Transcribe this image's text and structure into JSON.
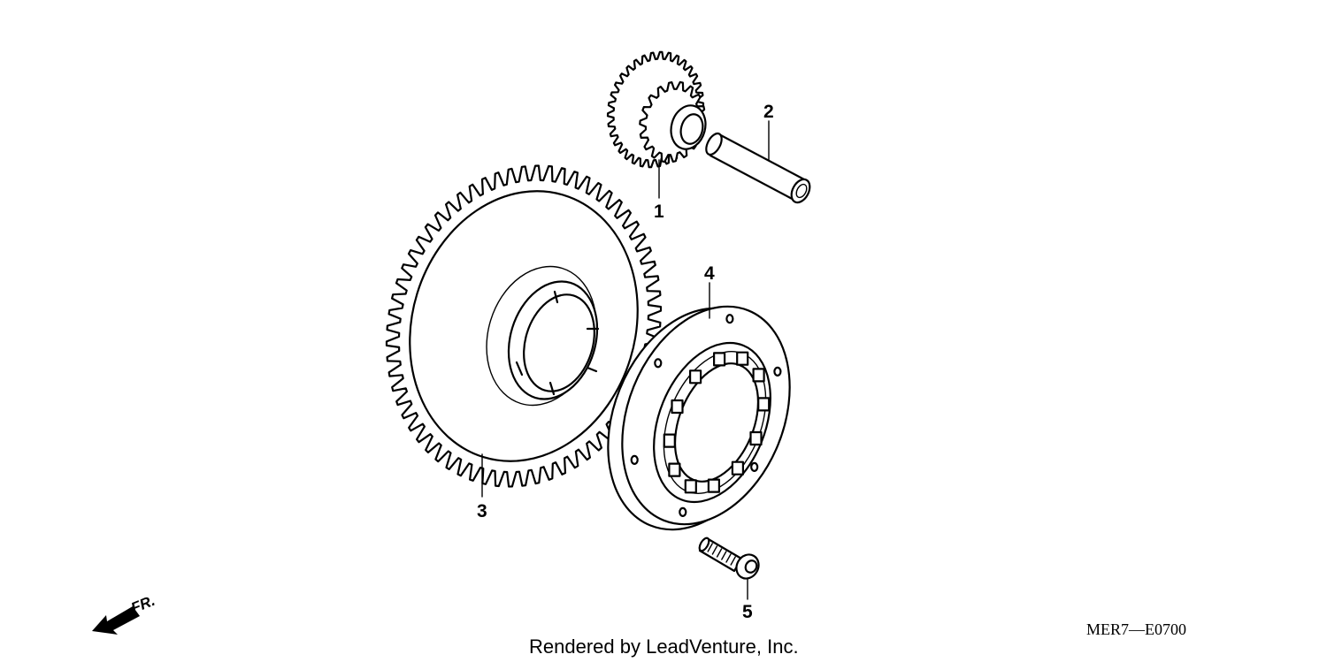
{
  "diagram": {
    "parts": [
      {
        "callout": "1",
        "icon": "small-double-gear-icon"
      },
      {
        "callout": "2",
        "icon": "shaft-pin-icon"
      },
      {
        "callout": "3",
        "icon": "starter-driven-gear-icon"
      },
      {
        "callout": "4",
        "icon": "one-way-clutch-icon"
      },
      {
        "callout": "5",
        "icon": "socket-bolt-icon"
      }
    ],
    "front_marker": "FR.",
    "diagram_code": "MER7—E0700",
    "credit": "Rendered by LeadVenture, Inc."
  }
}
